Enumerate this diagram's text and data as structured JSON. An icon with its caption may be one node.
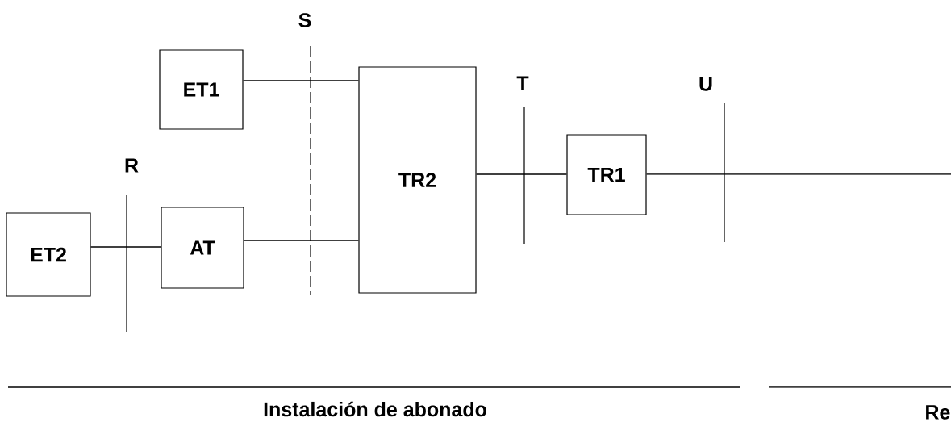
{
  "diagram": {
    "nodes": [
      {
        "text": [
          "ET1"
        ]
      },
      {
        "text": [
          "ET2"
        ]
      },
      {
        "text": [
          "AT"
        ]
      },
      {
        "text": [
          "TR2"
        ]
      },
      {
        "text": [
          "TR1"
        ]
      }
    ],
    "edges": [
      {
        "from": 0,
        "to": 3,
        "arrow": "none"
      },
      {
        "from": 1,
        "to": 2,
        "arrow": "none"
      },
      {
        "from": 2,
        "to": 3,
        "arrow": "none"
      },
      {
        "from": 3,
        "to": 4,
        "arrow": "none"
      },
      {
        "from": 4,
        "to": null,
        "arrow": "none"
      }
    ],
    "labels": [
      "S",
      "T",
      "U",
      "R",
      "Instalación de abonado",
      "Re"
    ]
  }
}
